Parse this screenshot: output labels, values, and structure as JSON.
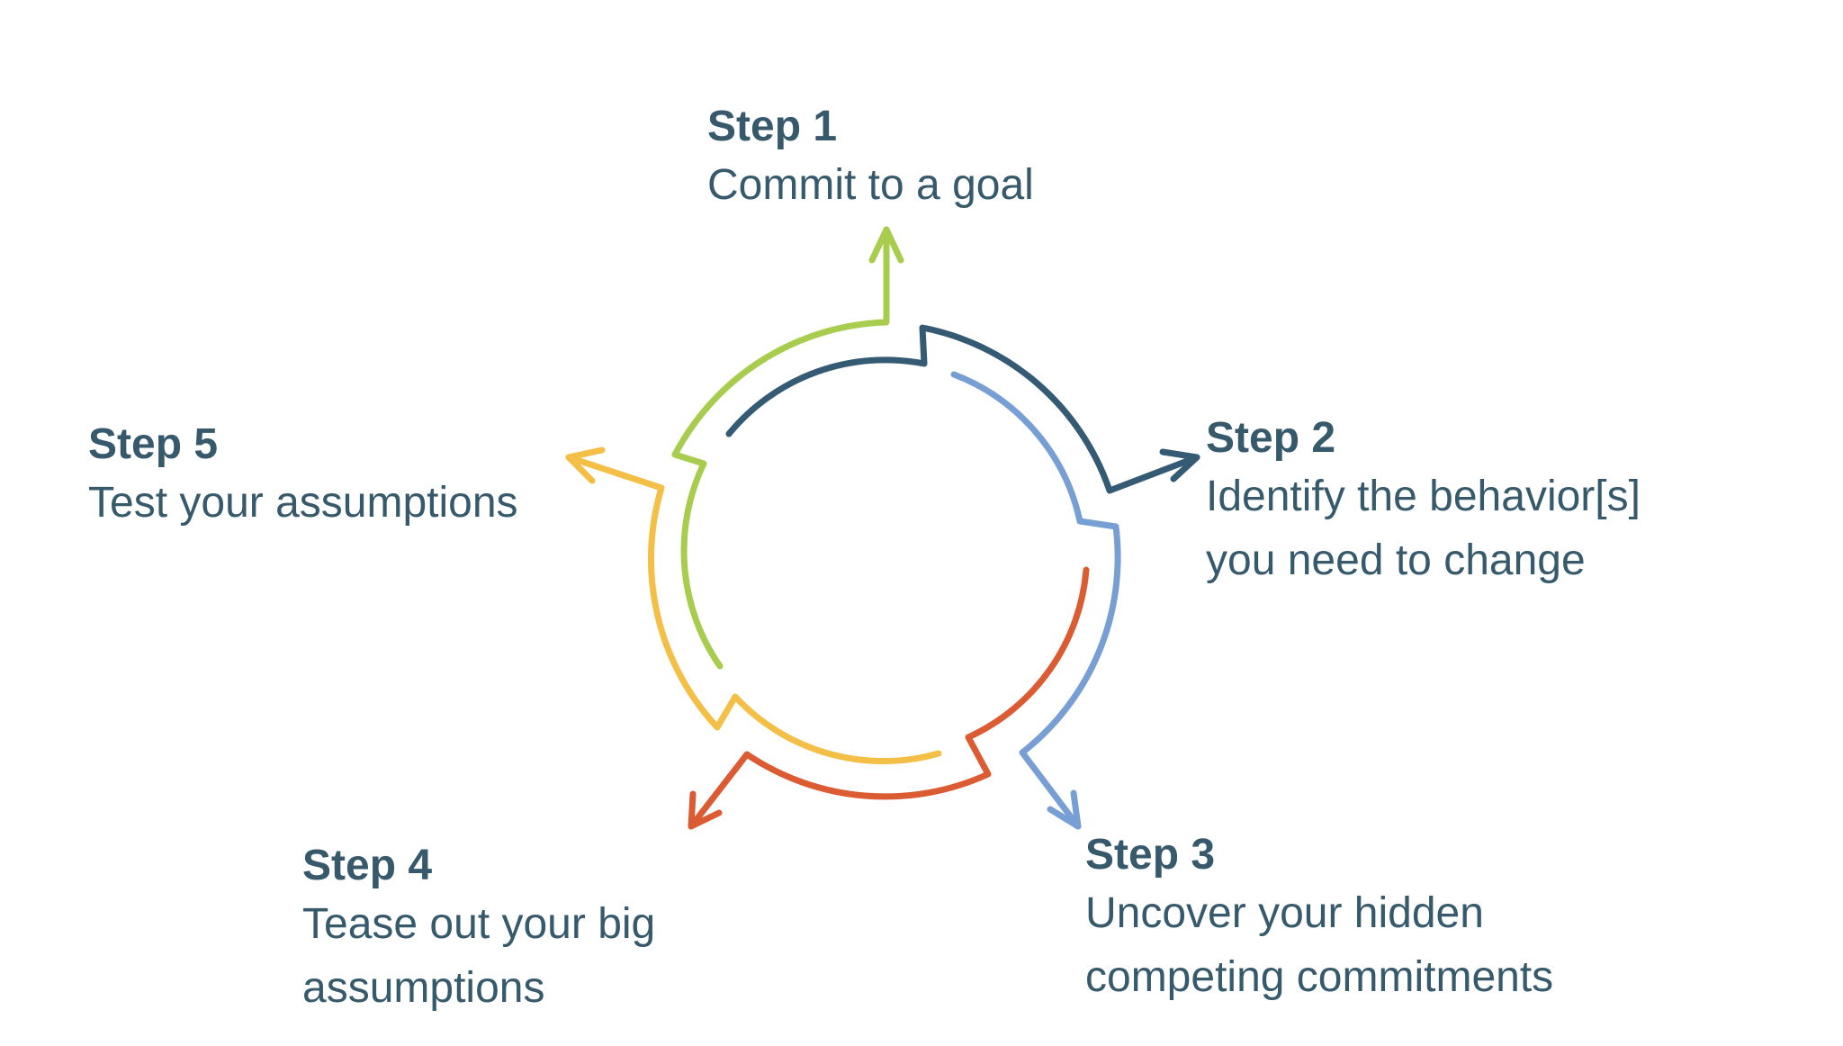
{
  "colors": {
    "text": "#36596b",
    "step1": "#a8cd4e",
    "step2": "#345b73",
    "step3": "#789fd3",
    "step4": "#db5b33",
    "step5": "#f4bf46"
  },
  "steps": [
    {
      "title": "Step 1",
      "desc_lines": [
        "Commit to a goal"
      ],
      "color_key": "step1"
    },
    {
      "title": "Step 2",
      "desc_lines": [
        "Identify the behavior[s]",
        "you need to change"
      ],
      "color_key": "step2"
    },
    {
      "title": "Step 3",
      "desc_lines": [
        "Uncover your hidden",
        "competing commitments"
      ],
      "color_key": "step3"
    },
    {
      "title": "Step 4",
      "desc_lines": [
        "Tease out your big",
        "assumptions"
      ],
      "color_key": "step4"
    },
    {
      "title": "Step 5",
      "desc_lines": [
        "Test your assumptions"
      ],
      "color_key": "step5"
    }
  ]
}
